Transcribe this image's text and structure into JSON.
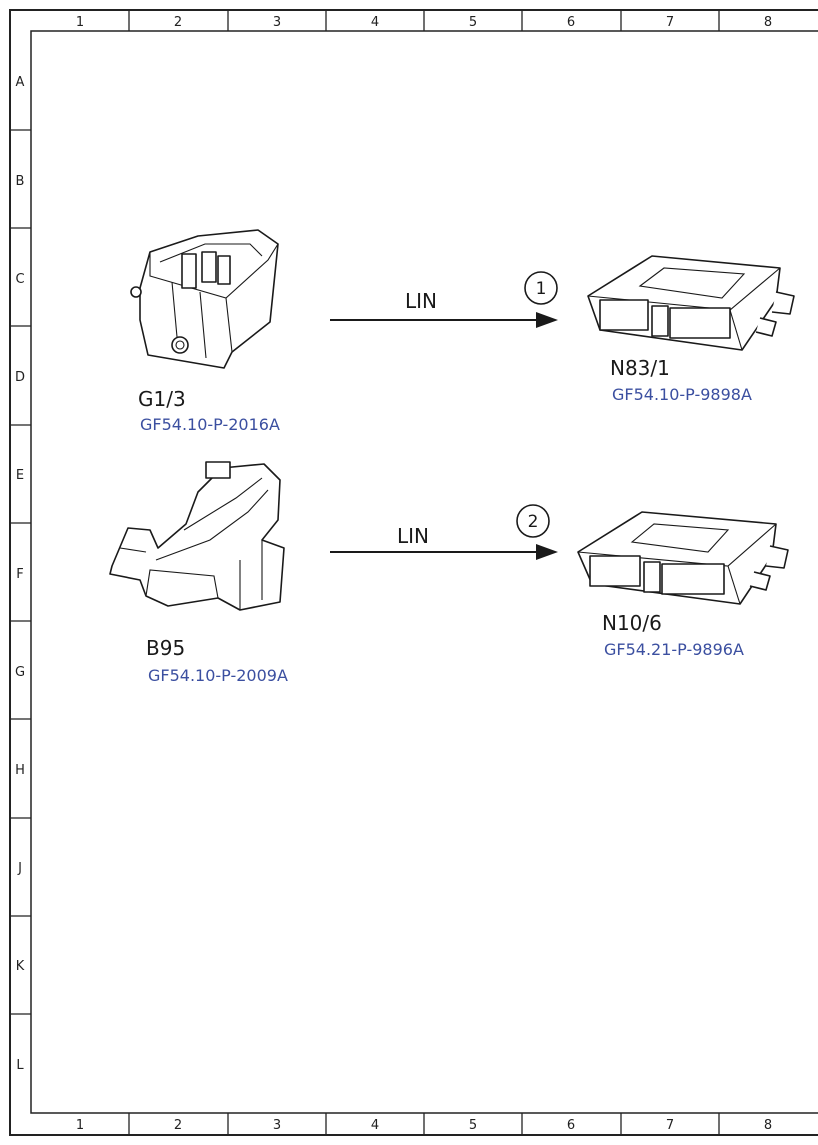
{
  "grid": {
    "columns": [
      "1",
      "2",
      "3",
      "4",
      "5",
      "6",
      "7",
      "8"
    ],
    "rows": [
      "A",
      "B",
      "C",
      "D",
      "E",
      "F",
      "G",
      "H",
      "J",
      "K",
      "L"
    ]
  },
  "components": {
    "g1_3": {
      "label": "G1/3",
      "ref": "GF54.10-P-2016A"
    },
    "n83_1": {
      "label": "N83/1",
      "ref": "GF54.10-P-9898A"
    },
    "b95": {
      "label": "B95",
      "ref": "GF54.10-P-2009A"
    },
    "n10_6": {
      "label": "N10/6",
      "ref": "GF54.21-P-9896A"
    }
  },
  "connections": [
    {
      "bus": "LIN",
      "marker": "1"
    },
    {
      "bus": "LIN",
      "marker": "2"
    }
  ],
  "colors": {
    "line": "#1a1a1a",
    "link": "#3b4fa0"
  }
}
